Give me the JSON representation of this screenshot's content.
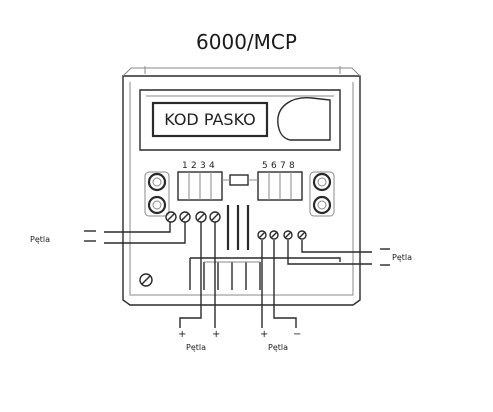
{
  "title": "6000/MCP",
  "device_label": "KOD PASKO",
  "terminal_numbers_left": [
    "1",
    "2",
    "3",
    "4"
  ],
  "terminal_numbers_right": [
    "5",
    "6",
    "7",
    "8"
  ],
  "loop_label_left": "Pętla",
  "loop_label_right": "Pętla",
  "loop_label_bottom_left": "Pętla",
  "loop_label_bottom_right": "Pętla",
  "plus_symbol": "+",
  "minus_symbol": "−"
}
